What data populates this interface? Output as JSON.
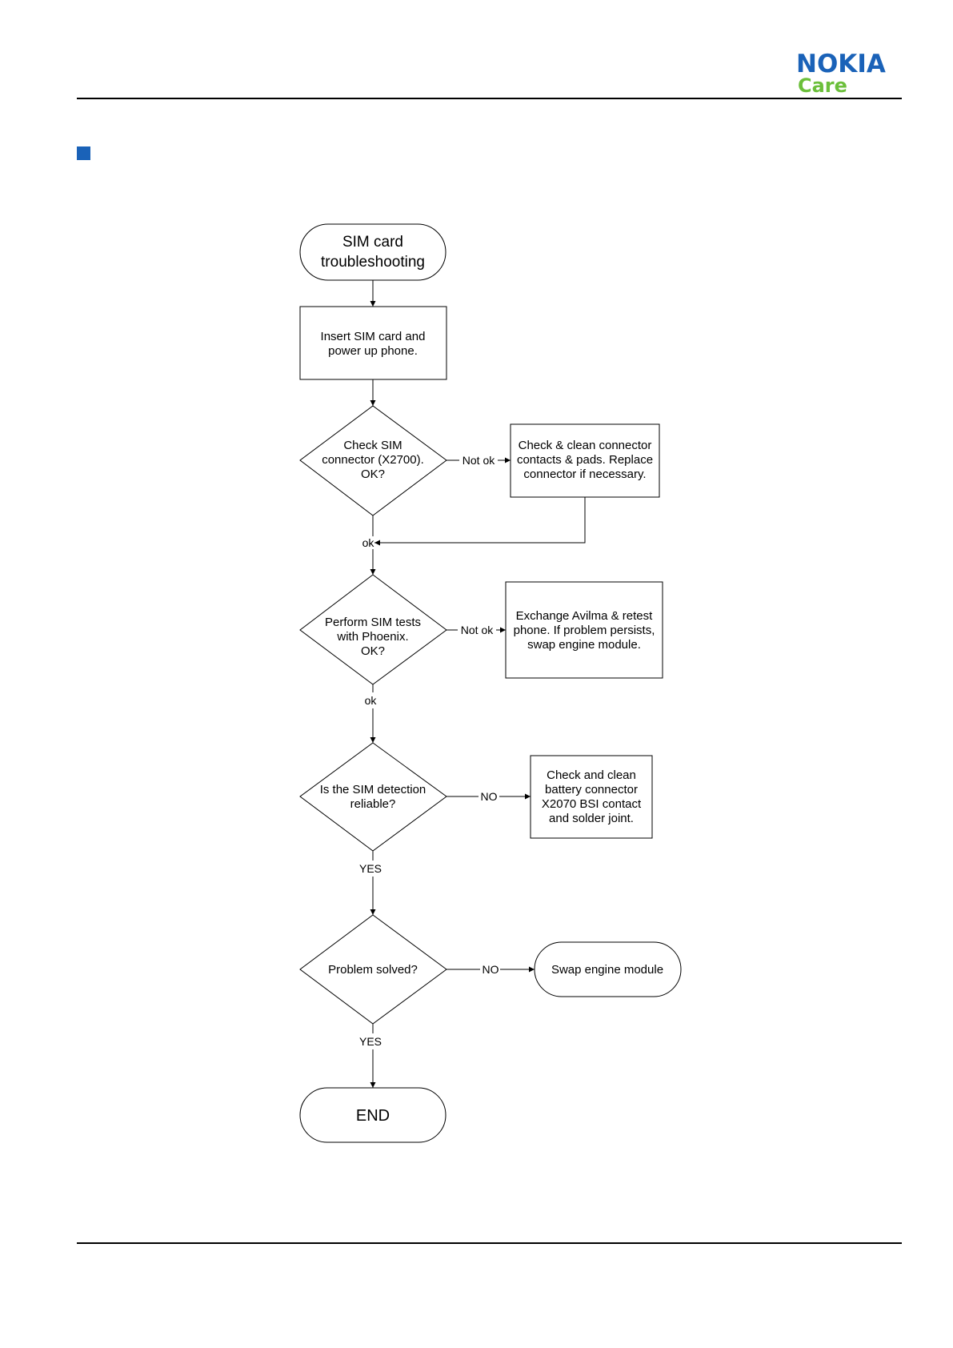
{
  "header": {
    "brand": "NOKIA",
    "tagline": "Care"
  },
  "flowchart": {
    "start": [
      "SIM card",
      "troubleshooting"
    ],
    "insert": [
      "Insert SIM card and",
      "power up phone."
    ],
    "check_connector": [
      "Check SIM",
      "connector (X2700).",
      "OK?"
    ],
    "clean_connector": [
      "Check & clean connector",
      "contacts & pads. Replace",
      "connector if necessary."
    ],
    "sim_tests": [
      "Perform SIM tests",
      "with Phoenix.",
      "OK?"
    ],
    "exchange": [
      "Exchange Avilma & retest",
      "phone. If problem persists,",
      "swap engine module."
    ],
    "detection": [
      "Is the SIM detection",
      "reliable?"
    ],
    "battery": [
      "Check and clean",
      "battery connector",
      "X2070 BSI contact",
      "and solder joint."
    ],
    "solved": [
      "Problem solved?"
    ],
    "swap": [
      "Swap engine module"
    ],
    "end": [
      "END"
    ],
    "labels": {
      "not_ok_1": "Not ok",
      "ok_merge": "ok",
      "not_ok_2": "Not ok",
      "ok_2": "ok",
      "no_1": "NO",
      "yes_1": "YES",
      "no_2": "NO",
      "yes_2": "YES"
    }
  }
}
